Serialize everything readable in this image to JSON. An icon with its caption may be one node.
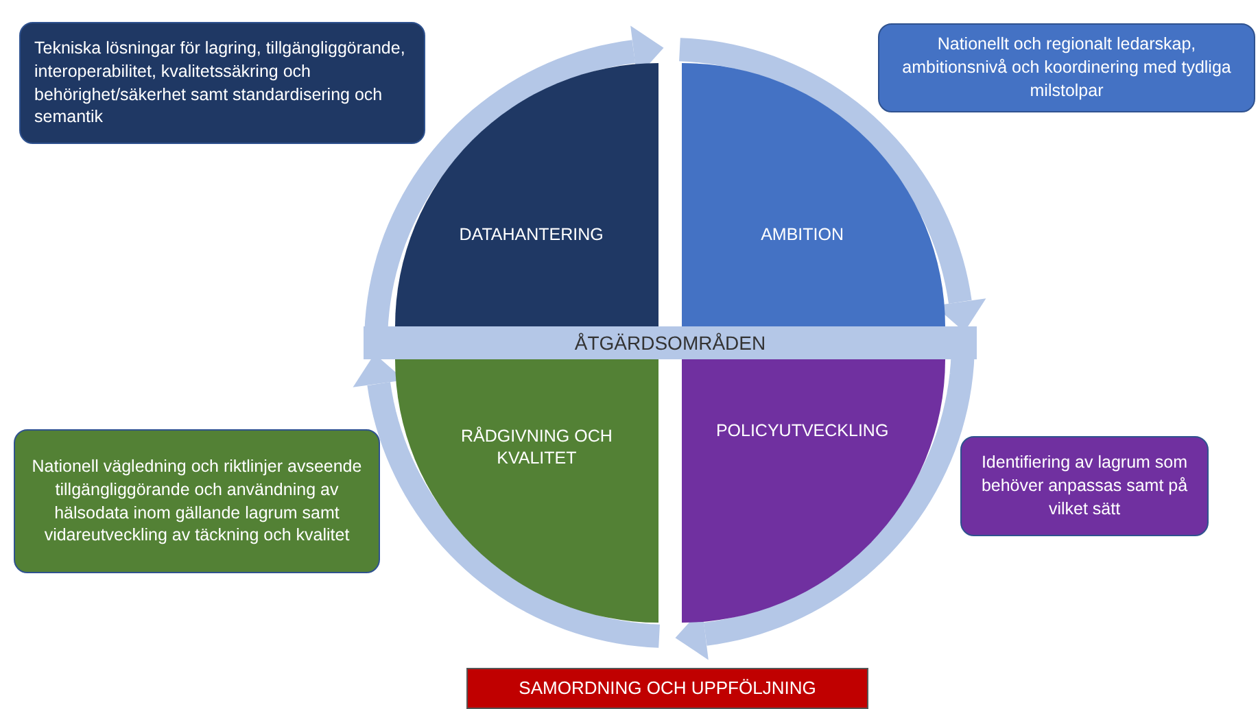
{
  "diagram": {
    "nodes": [
      {
        "text": [
          "Tekniska lösningar för lagring, tillgängliggörande, interoperabilitet, kvalitetssäkring och behörighet/säkerhet samt standardisering och semantik"
        ]
      },
      {
        "text": [
          "Nationellt och regionalt ledarskap, ambitionsnivå och koordinering med tydliga milstolpar"
        ]
      },
      {
        "text": [
          "DATAHANTERING"
        ]
      },
      {
        "text": [
          "AMBITION"
        ]
      },
      {
        "text": [
          "ÅTGÄRDSOMRÅDEN"
        ]
      },
      {
        "text": [
          "RÅDGIVNING OCH KVALITET"
        ]
      },
      {
        "text": [
          "POLICYUTVECKLING"
        ]
      },
      {
        "text": [
          "Nationell vägledning och riktlinjer avseende tillgängliggörande och användning av hälsodata inom gällande lagrum samt vidareutveckling av täckning och kvalitet"
        ]
      },
      {
        "text": [
          "Identifiering av lagrum som behöver anpassas samt på vilket sätt"
        ]
      },
      {
        "text": [
          "SAMORDNING OCH UPPFÖLJNING"
        ]
      }
    ]
  }
}
